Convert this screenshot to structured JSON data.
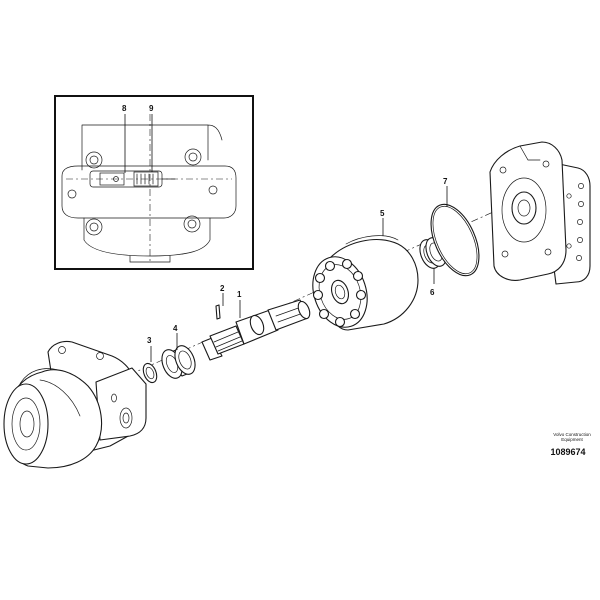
{
  "callouts": {
    "c1": "1",
    "c2": "2",
    "c3": "3",
    "c4": "4",
    "c5": "5",
    "c6": "6",
    "c7": "7",
    "c8": "8",
    "c9": "9"
  },
  "credit": {
    "line1": "Volvo Construction",
    "line2": "Equipment"
  },
  "drawing_number": "1089674"
}
